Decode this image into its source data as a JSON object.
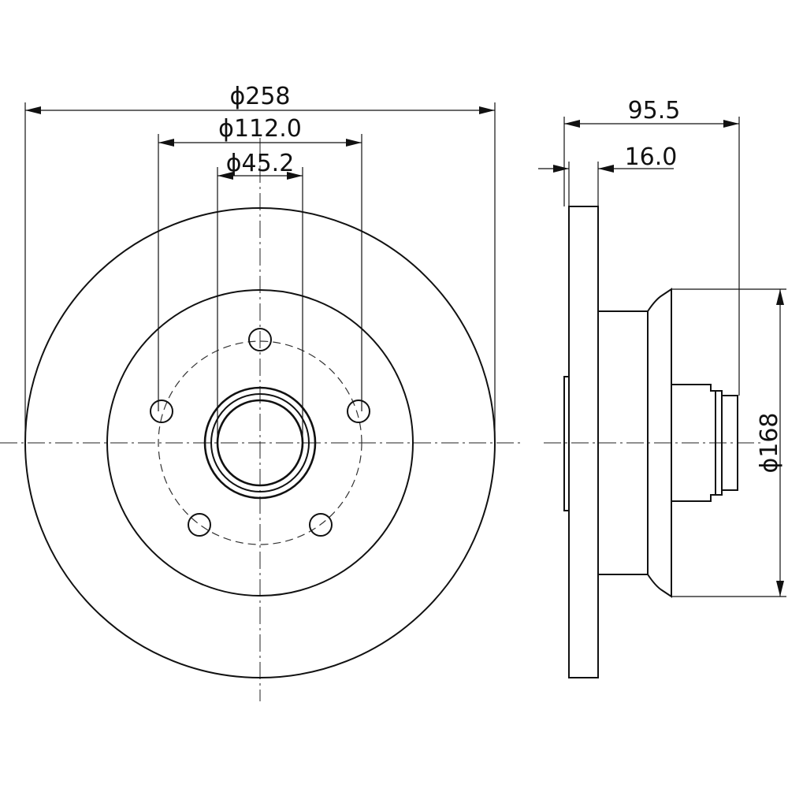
{
  "drawing": {
    "front_view": {
      "outer_diameter_label": "ϕ258",
      "bolt_circle_label": "ϕ112.0",
      "center_bore_label": "ϕ45.2",
      "bolt_hole_count": 5
    },
    "side_view": {
      "overall_height_label": "95.5",
      "disc_thickness_label": "16.0",
      "hub_diameter_label": "ϕ168"
    },
    "colors": {
      "line": "#111111",
      "background": "#ffffff"
    }
  }
}
